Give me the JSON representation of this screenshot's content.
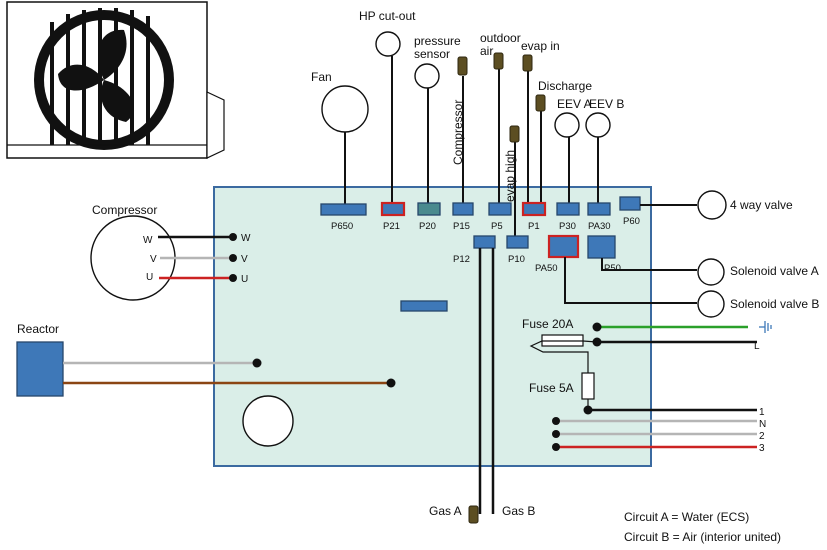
{
  "outdoor_unit": {
    "icon": "fan-unit-icon"
  },
  "board": {
    "fill": "#daeee8",
    "border": "#3b6aa0"
  },
  "sensors": {
    "fan": "Fan",
    "hp_cutout": "HP cut-out",
    "pressure_sensor": "pressure\nsensor",
    "compressor_probe": "Compressor",
    "outdoor_air": "outdoor\nair",
    "evap_in": "evap in",
    "discharge": "Discharge",
    "eev_a": "EEV A",
    "eev_b": "EEV B",
    "evap_high": "evap high"
  },
  "connectors": {
    "p650": "P650",
    "p21": "P21",
    "p20": "P20",
    "p15": "P15",
    "p5": "P5",
    "p1": "P1",
    "p30": "P30",
    "pa30": "PA30",
    "p60": "P60",
    "p12": "P12",
    "p10": "P10",
    "pa50": "PA50",
    "p50": "P50"
  },
  "compressor": {
    "title": "Compressor",
    "w": "W",
    "v": "V",
    "u": "U"
  },
  "reactor": "Reactor",
  "outputs": {
    "four_way_valve": "4 way valve",
    "solenoid_a": "Solenoid valve A",
    "solenoid_b": "Solenoid valve B"
  },
  "fuses": {
    "fuse_20a": "Fuse 20A",
    "fuse_5a": "Fuse 5A"
  },
  "power": {
    "l": "L",
    "t1": "1",
    "n": "N",
    "t2": "2",
    "t3": "3"
  },
  "gas": {
    "a": "Gas A",
    "b": "Gas B"
  },
  "legend": {
    "line1": "Circuit A = Water (ECS)",
    "line2": "Circuit B = Air (interior united)"
  },
  "colors": {
    "wire_red": "#cc2222",
    "wire_green": "#2aa02a",
    "wire_brown": "#8b4513",
    "wire_gray": "#b5b5b5",
    "connector_blue": "#3e78b8"
  }
}
